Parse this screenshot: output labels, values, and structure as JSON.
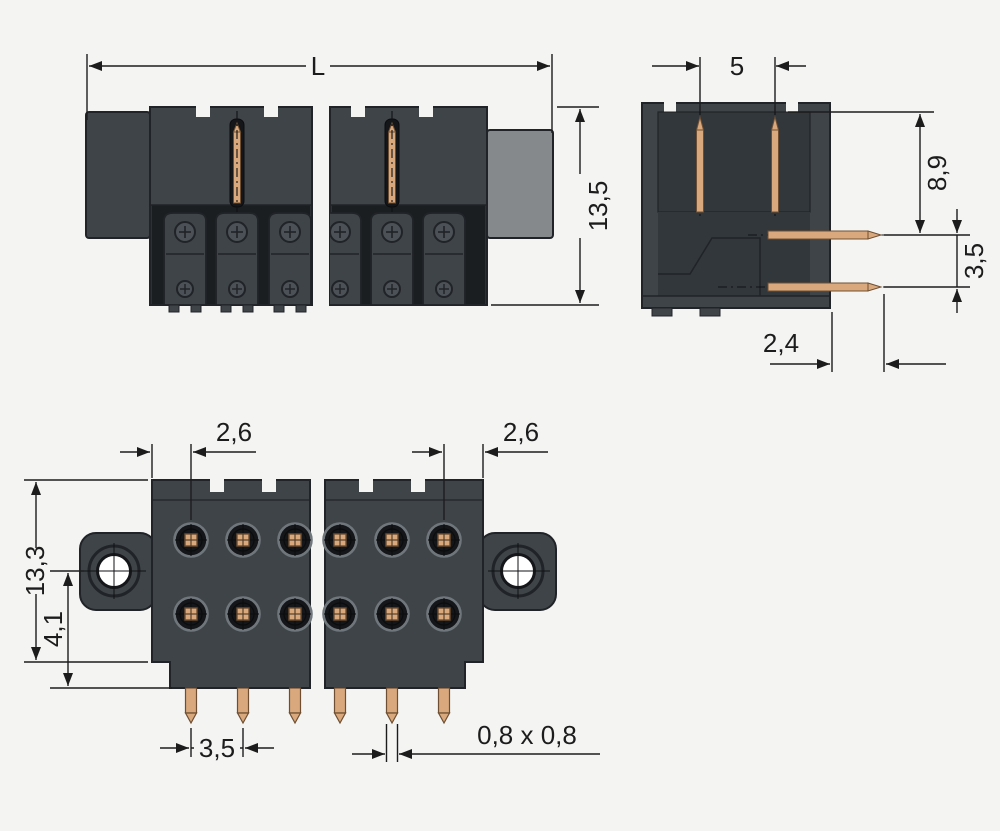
{
  "colors": {
    "bg": "#f4f4f3",
    "body": "#3f4449",
    "body-dark": "#32373b",
    "body-light": "#4b5157",
    "edge": "#202327",
    "recess": "#1b1e21",
    "slot": "#141619",
    "copper": "#d9a87c",
    "copper-edge": "#6e4f33",
    "tab": "#4a5055",
    "tab-light": "#85898c",
    "line": "#1c1c1c",
    "hole": "#ffffff",
    "ring": "#70777c"
  },
  "dims": {
    "front": {
      "length": "L",
      "height": "13,5"
    },
    "side": {
      "pin_pitch": "5",
      "pin_height": "8,9",
      "row_spacing": "3,5",
      "tail_offset": "2,4"
    },
    "bottom": {
      "edge_margin_left": "2,6",
      "edge_margin_right": "2,6",
      "overall_height": "13,3",
      "flange_offset": "4,1",
      "pin_pitch": "3,5",
      "pin_cross_section": "0,8 x 0,8"
    }
  }
}
